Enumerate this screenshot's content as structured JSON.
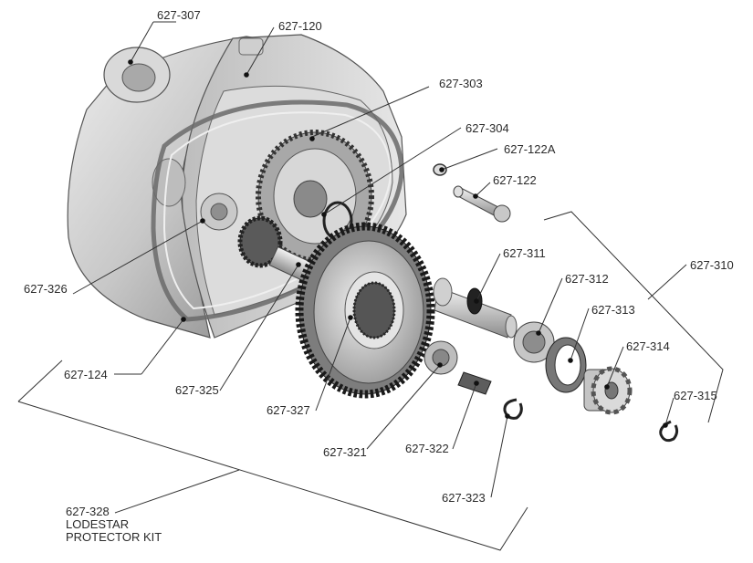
{
  "labels": {
    "p307": "627-307",
    "p120": "627-120",
    "p303": "627-303",
    "p304": "627-304",
    "p122a": "627-122A",
    "p122": "627-122",
    "p311": "627-311",
    "p310": "627-310",
    "p312": "627-312",
    "p313": "627-313",
    "p314": "627-314",
    "p315": "627-315",
    "p326": "627-326",
    "p124": "627-124",
    "p325": "627-325",
    "p327": "627-327",
    "p321": "627-321",
    "p322": "627-322",
    "p323": "627-323"
  },
  "kit": {
    "line1": "627-328",
    "line2": "LODESTAR",
    "line3": "PROTECTOR KIT"
  }
}
